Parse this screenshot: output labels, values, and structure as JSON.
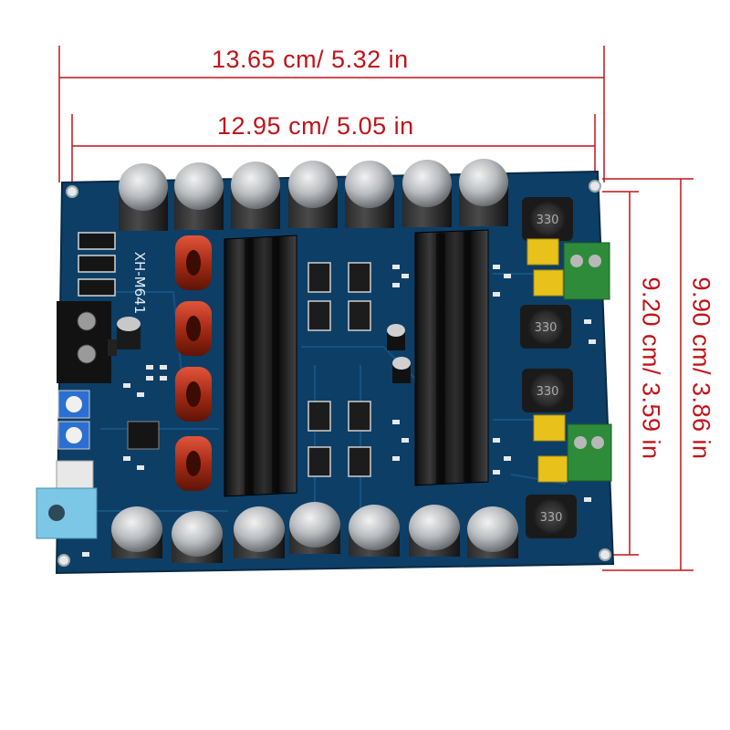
{
  "dimensions": {
    "overall_width": "13.65 cm/  5.32 in",
    "hole_width": "12.95 cm/  5.05 in",
    "hole_height": "9.20 cm/ 3.59 in",
    "overall_height": "9.90 cm/ 3.86 in"
  },
  "board": {
    "model": "XH-M641",
    "inductor_code": "330"
  },
  "colors": {
    "dimension_line": "#c0141a",
    "pcb": "#0d3e66",
    "heatsink": "#1a1a1a",
    "terminal_green": "#2e8b3a",
    "capacitor_yellow": "#e8c21a"
  }
}
